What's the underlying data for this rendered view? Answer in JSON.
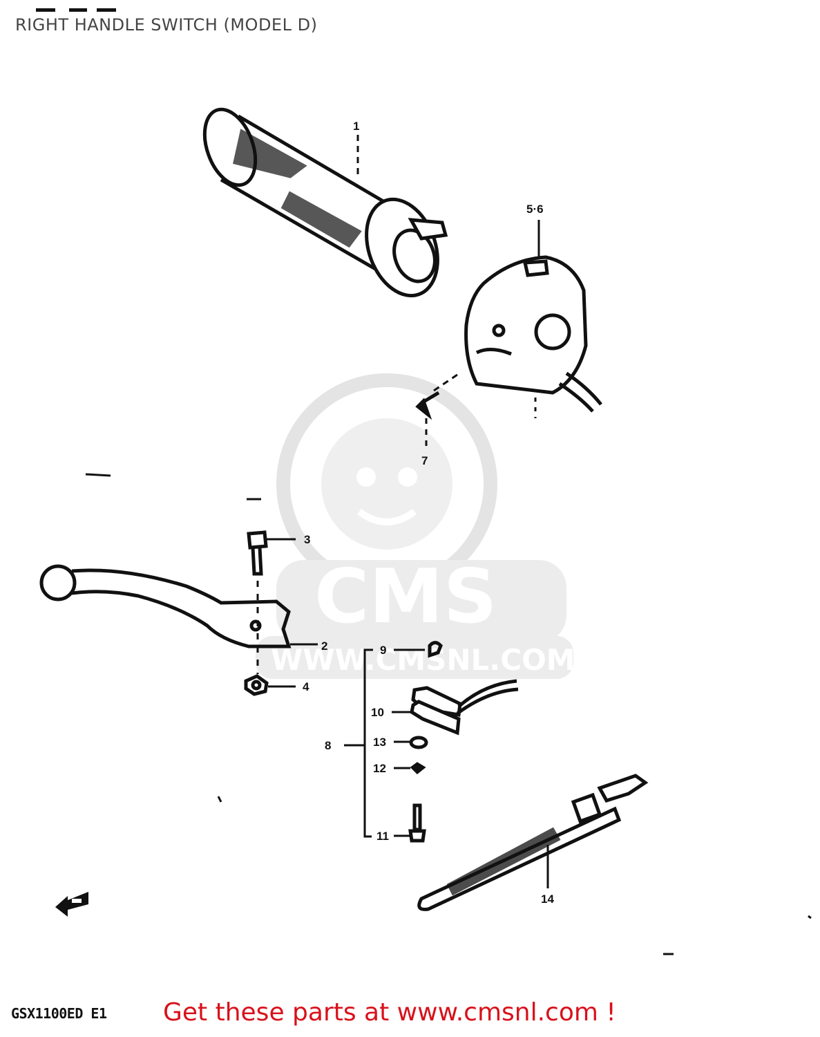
{
  "diagram": {
    "title": "RIGHT HANDLE SWITCH (MODEL D)",
    "model_code": "GSX1100ED E1",
    "promo_text": "Get these parts at www.cmsnl.com !",
    "watermark": {
      "brand": "CMS",
      "url": "WWW.CMSNL.COM"
    },
    "callouts": {
      "c1": "1",
      "c2": "2",
      "c3": "3",
      "c4": "4",
      "c56": "5·6",
      "c7": "7",
      "c8": "8",
      "c9": "9",
      "c10": "10",
      "c11": "11",
      "c12": "12",
      "c13": "13",
      "c14": "14"
    }
  }
}
